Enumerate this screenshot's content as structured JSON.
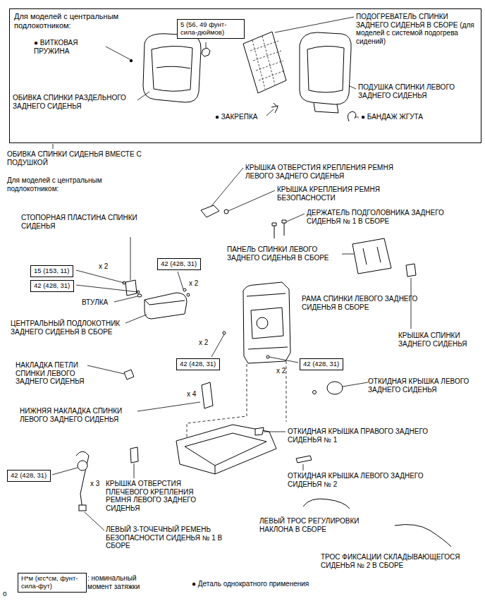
{
  "diagram": {
    "nodes": [
      {
        "text": [
          "Для моделей с центральным подлокотником:"
        ]
      },
      {
        "text": [
          "5 (56, 49 фунт-сила-дюймов)"
        ],
        "in": 0
      },
      {
        "text": [
          "15 (153, 11)"
        ]
      },
      {
        "text": [
          "42 (428, 31)"
        ]
      },
      {
        "text": [
          "42 (428, 31)"
        ]
      },
      {
        "text": [
          "42 (428, 31)"
        ]
      },
      {
        "text": [
          "42 (428, 31)"
        ]
      },
      {
        "text": [
          "42 (428, 31)"
        ]
      },
      {
        "text": [
          "Н*м (кгс*см, фунт-сила-фут)"
        ]
      }
    ],
    "labels": [
      "● ВИТКОВАЯ ПРУЖИНА",
      "ОБИВКА СПИНКИ РАЗДЕЛЬНОГО ЗАДНЕГО СИДЕНЬЯ",
      "ПОДОГРЕВАТЕЛЬ СПИНКИ ЗАДНЕГО СИДЕНЬЯ В СБОРЕ (для моделей с системой подогрева сидений)",
      "ПОДУШКА СПИНКИ ЛЕВОГО ЗАДНЕГО СИДЕНЬЯ",
      "● ЗАКРЕПКА",
      "● БАНДАЖ ЖГУТА",
      "ОБИВКА СПИНКИ СИДЕНЬЯ ВМЕСТЕ С ПОДУШКОЙ",
      "Для моделей с центральным подлокотником:",
      "КРЫШКА ОТВЕРСТИЯ КРЕПЛЕНИЯ РЕМНЯ ЛЕВОГО ЗАДНЕГО СИДЕНЬЯ",
      "КРЫШКА КРЕПЛЕНИЯ РЕМНЯ БЕЗОПАСНОСТИ",
      "ДЕРЖАТЕЛЬ ПОДГОЛОВНИКА ЗАДНЕГО СИДЕНЬЯ № 1 В СБОРЕ",
      "СТОПОРНАЯ ПЛАСТИНА СПИНКИ СИДЕНЬЯ",
      "ПАНЕЛЬ СПИНКИ ЛЕВОГО ЗАДНЕГО СИДЕНЬЯ В СБОРЕ",
      "x 2",
      "x 2",
      "ВТУЛКА",
      "РАМА СПИНКИ ЛЕВОГО ЗАДНЕГО СИДЕНЬЯ В СБОРЕ",
      "ЦЕНТРАЛЬНЫЙ ПОДЛОКОТНИК ЗАДНЕГО СИДЕНЬЯ В СБОРЕ",
      "x 2",
      "КРЫШКА СПИНКИ ЗАДНЕГО СИДЕНЬЯ",
      "x 2",
      "НАКЛАДКА ПЕТЛИ СПИНКИ ЛЕВОГО ЗАДНЕГО СИДЕНЬЯ",
      "ОТКИДНАЯ КРЫШКА ЛЕВОГО ЗАДНЕГО СИДЕНЬЯ",
      "x 4",
      "НИЖНЯЯ НАКЛАДКА СПИНКИ ЛЕВОГО ЗАДНЕГО СИДЕНЬЯ",
      "ОТКИДНАЯ КРЫШКА ПРАВОГО ЗАДНЕГО СИДЕНЬЯ № 1",
      "x 3",
      "ОТКИДНАЯ КРЫШКА ЛЕВОГО ЗАДНЕГО СИДЕНЬЯ № 2",
      "КРЫШКА ОТВЕРСТИЯ ПЛЕЧЕВОГО КРЕПЛЕНИЯ РЕМНЯ ЛЕВОГО ЗАДНЕГО СИДЕНЬЯ",
      "ЛЕВЫЙ ТРОС РЕГУЛИРОВКИ НАКЛОНА В СБОРЕ",
      "ЛЕВЫЙ 3-ТОЧЕЧНЫЙ РЕМЕНЬ БЕЗОПАСНОСТИ СИДЕНЬЯ № 1 В СБОРЕ",
      "ТРОС ФИКСАЦИИ СКЛАДЫВАЮЩЕГОСЯ СИДЕНЬЯ № 2 В СБОРЕ",
      ": номинальный момент затяжки",
      "● Деталь однократного применения",
      "o"
    ]
  }
}
